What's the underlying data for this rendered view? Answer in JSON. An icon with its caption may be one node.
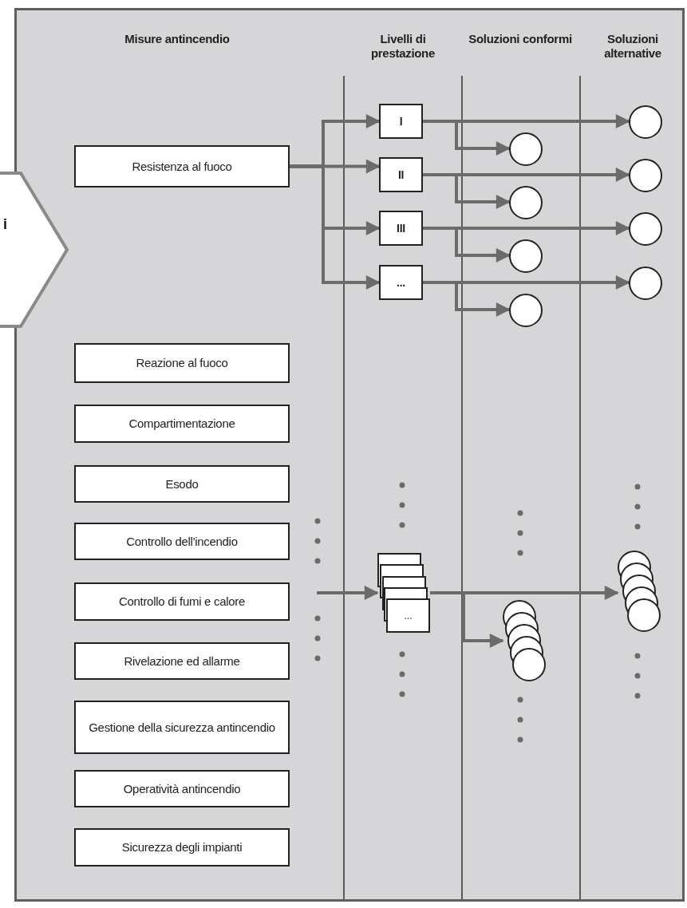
{
  "diagram": {
    "nodes": [
      {
        "text": [
          "i"
        ]
      },
      {
        "text": [
          "Resistenza al fuoco"
        ]
      },
      {
        "text": [
          "I"
        ]
      },
      {
        "text": [
          "II"
        ]
      },
      {
        "text": [
          "III"
        ]
      },
      {
        "text": [
          "..."
        ]
      },
      {
        "text": [],
        "shape": "circle"
      },
      {
        "text": [],
        "shape": "circle"
      },
      {
        "text": [],
        "shape": "circle"
      },
      {
        "text": [],
        "shape": "circle"
      },
      {
        "text": [],
        "shape": "circle"
      },
      {
        "text": [],
        "shape": "circle"
      },
      {
        "text": [],
        "shape": "circle"
      },
      {
        "text": [],
        "shape": "circle"
      },
      {
        "text": [
          "Reazione al fuoco"
        ]
      },
      {
        "text": [
          "Compartimentazione"
        ]
      },
      {
        "text": [
          "Esodo"
        ]
      },
      {
        "text": [
          "Controllo dell'incendio"
        ]
      },
      {
        "text": [
          "Controllo di fumi e calore"
        ]
      },
      {
        "text": [
          "Rivelazione ed allarme"
        ]
      },
      {
        "text": [
          "Gestione della sicurezza antincendio"
        ]
      },
      {
        "text": [
          "Operatività antincendio"
        ]
      },
      {
        "text": [
          "Sicurezza degli impianti"
        ]
      },
      {
        "text": [
          "..."
        ]
      },
      {
        "text": [],
        "shape": "circle"
      },
      {
        "text": [],
        "shape": "circle"
      }
    ],
    "edges": [
      {
        "from": 1,
        "to": 2,
        "arrow": "to"
      },
      {
        "from": 1,
        "to": 3,
        "arrow": "to"
      },
      {
        "from": 1,
        "to": 4,
        "arrow": "to"
      },
      {
        "from": 1,
        "to": 5,
        "arrow": "to"
      },
      {
        "from": 2,
        "to": 6,
        "arrow": "to"
      },
      {
        "from": 2,
        "to": 7,
        "arrow": "to"
      },
      {
        "from": 3,
        "to": 8,
        "arrow": "to"
      },
      {
        "from": 3,
        "to": 9,
        "arrow": "to"
      },
      {
        "from": 4,
        "to": 10,
        "arrow": "to"
      },
      {
        "from": 4,
        "to": 11,
        "arrow": "to"
      },
      {
        "from": 5,
        "to": 12,
        "arrow": "to"
      },
      {
        "from": 5,
        "to": 13,
        "arrow": "to"
      },
      {
        "from": null,
        "to": 23,
        "arrow": "to"
      },
      {
        "from": 23,
        "to": 25,
        "arrow": "to"
      },
      {
        "from": 23,
        "to": 24,
        "arrow": "to"
      }
    ],
    "labels": [
      "Misure antincendio",
      "Livelli di prestazione",
      "Soluzioni conformi",
      "Soluzioni alternative"
    ]
  }
}
